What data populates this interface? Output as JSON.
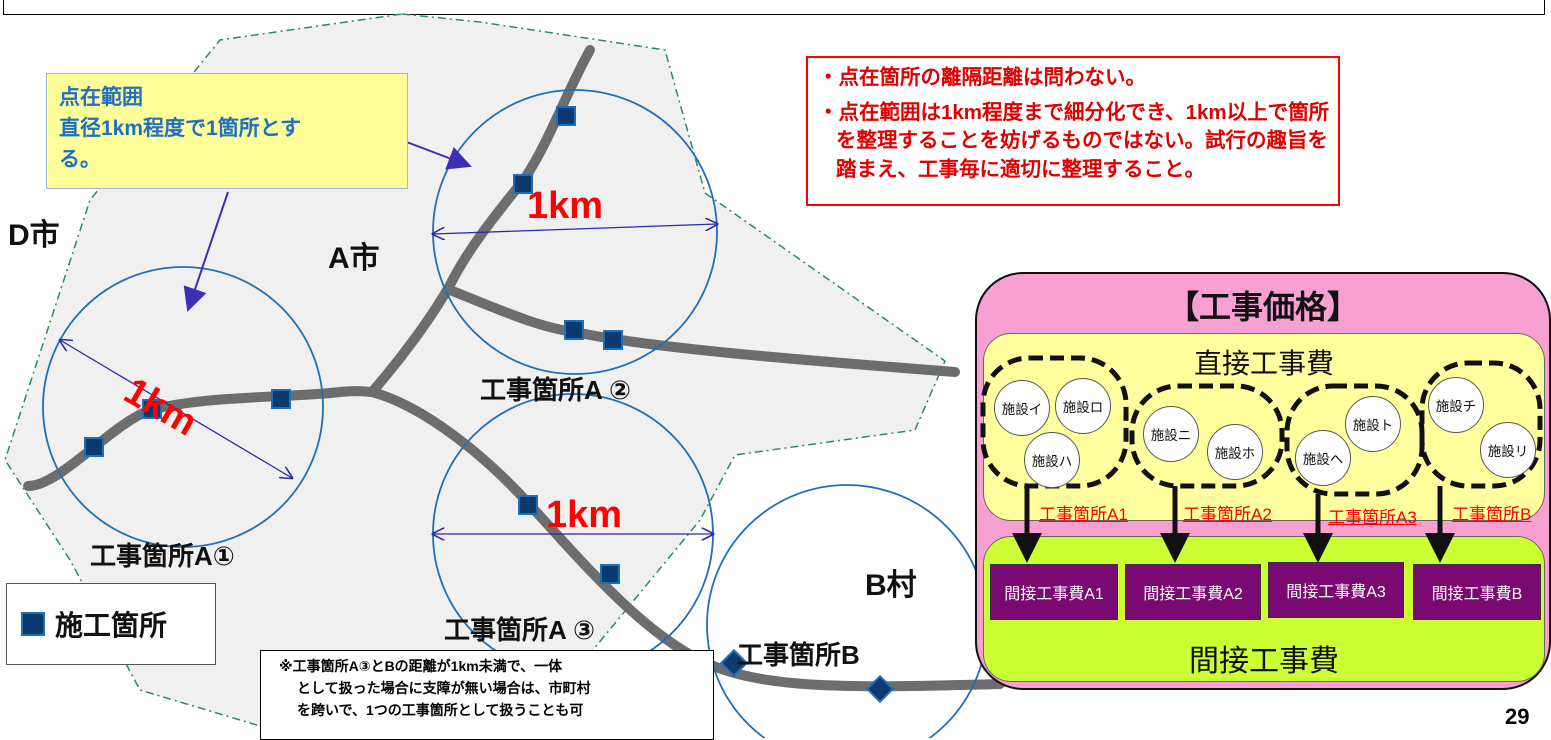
{
  "labels": {
    "d_city": "D市",
    "a_city": "A市",
    "b_village": "B村",
    "site_a1": "工事箇所A①",
    "site_a2": "工事箇所A ②",
    "site_a3": "工事箇所A ③",
    "site_b": "工事箇所B",
    "km1": "1km",
    "km2": "1km",
    "km3": "1km"
  },
  "callout": {
    "line1": "点在範囲",
    "line2": "直径1km程度で1箇所とす",
    "line3": "る。"
  },
  "notes": {
    "item1": "・点在箇所の離隔距離は問わない。",
    "item2": "・点在範囲は1km程度まで細分化でき、1km以上で箇所を整理することを妨げるものではない。試行の趣旨を踏まえ、工事毎に適切に整理すること。"
  },
  "legend": {
    "label": "施工箇所"
  },
  "footnote": {
    "line1": "※工事箇所A③とBの距離が1km未満で、一体",
    "line2": "として扱った場合に支障が無い場合は、市町村",
    "line3": "を跨いで、1つの工事箇所として扱うことも可"
  },
  "price": {
    "title": "【工事価格】",
    "direct_title": "直接工事費",
    "indirect_title": "間接工事費",
    "facilities": [
      "施設イ",
      "施設ロ",
      "施設ハ",
      "施設ニ",
      "施設ホ",
      "施設ヘ",
      "施設ト",
      "施設チ",
      "施設リ"
    ],
    "sites": [
      "工事箇所A1",
      "工事箇所A2",
      "工事箇所A3",
      "工事箇所B"
    ],
    "indirect_costs": [
      "間接工事費A1",
      "間接工事費A2",
      "間接工事費A3",
      "間接工事費B"
    ]
  },
  "page_number": "29",
  "colors": {
    "road": "#6d6d6d",
    "circle": "#1c6fb8",
    "marker": "#0b3a6e",
    "red": "#ff0000",
    "area_fill": "#f0f0f0",
    "area_border": "#2e8b57",
    "price_bg": "#f9a0d2",
    "direct_bg": "#ffff9e",
    "indirect_bg": "#ccff33",
    "indirect_cost_bg": "#7a0a72"
  }
}
